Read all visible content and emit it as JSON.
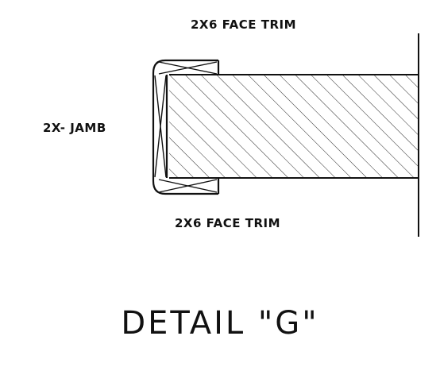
{
  "drawing": {
    "labels": {
      "top_face_trim": "2X6 FACE TRIM",
      "bottom_face_trim": "2X6 FACE TRIM",
      "jamb": "2X- JAMB"
    },
    "title": "DETAIL \"G\""
  },
  "colors": {
    "ink": "#111111",
    "paper": "#ffffff"
  }
}
